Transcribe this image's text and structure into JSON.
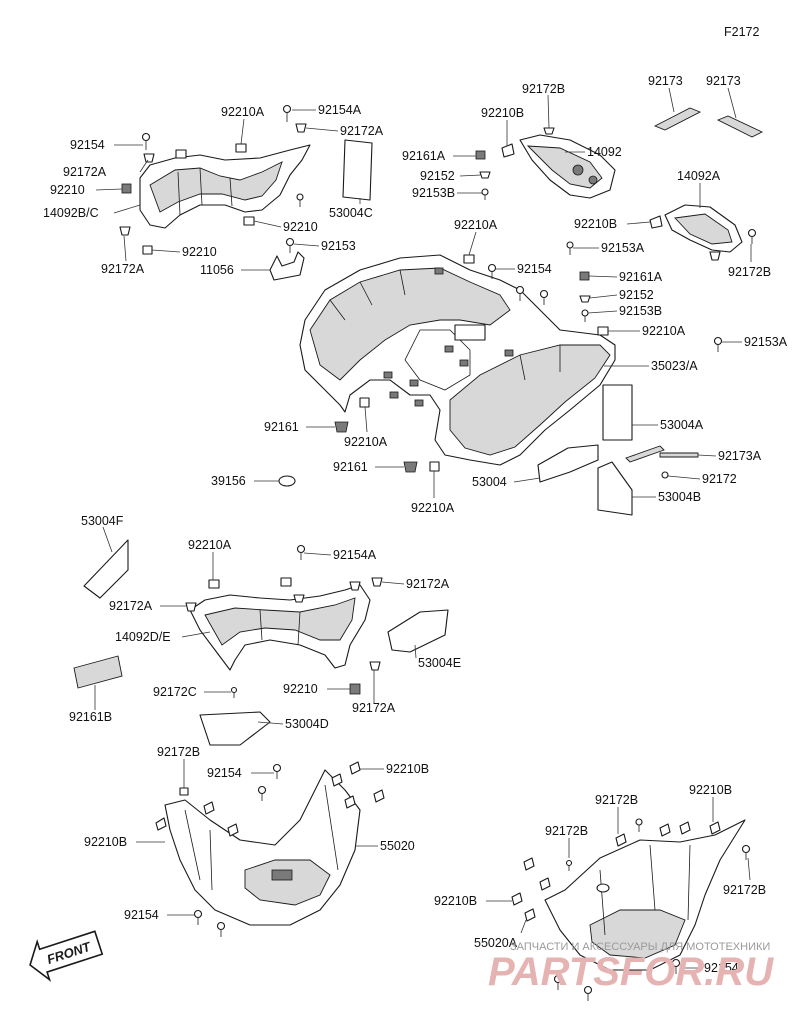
{
  "figure_code": "F2172",
  "front_label": "FRONT",
  "watermark": {
    "line1": "ЗАПЧАСТИ И АКСЕССУАРЫ ДЛЯ МОТОТЕХНИКИ",
    "line2": "PARTSFOR.RU"
  },
  "labels": [
    {
      "text": "92210A"
    },
    {
      "text": "92154A"
    },
    {
      "text": "92154"
    },
    {
      "text": "92172A"
    },
    {
      "text": "92172A"
    },
    {
      "text": "92210"
    },
    {
      "text": "14092B/C"
    },
    {
      "text": "92210"
    },
    {
      "text": "53004C"
    },
    {
      "text": "92210"
    },
    {
      "text": "92153"
    },
    {
      "text": "92172A"
    },
    {
      "text": "11056"
    },
    {
      "text": "92172B"
    },
    {
      "text": "92210B"
    },
    {
      "text": "92161A"
    },
    {
      "text": "14092"
    },
    {
      "text": "92152"
    },
    {
      "text": "92153B"
    },
    {
      "text": "92173"
    },
    {
      "text": "92173"
    },
    {
      "text": "14092A"
    },
    {
      "text": "92210B"
    },
    {
      "text": "92153A"
    },
    {
      "text": "92172B"
    },
    {
      "text": "92210A"
    },
    {
      "text": "92154"
    },
    {
      "text": "92161A"
    },
    {
      "text": "92152"
    },
    {
      "text": "92153B"
    },
    {
      "text": "92210A"
    },
    {
      "text": "92153A"
    },
    {
      "text": "35023/A"
    },
    {
      "text": "53004A"
    },
    {
      "text": "92173A"
    },
    {
      "text": "92172"
    },
    {
      "text": "53004B"
    },
    {
      "text": "53004"
    },
    {
      "text": "92161"
    },
    {
      "text": "92210A"
    },
    {
      "text": "92161"
    },
    {
      "text": "92210A"
    },
    {
      "text": "39156"
    },
    {
      "text": "53004F"
    },
    {
      "text": "92210A"
    },
    {
      "text": "92154A"
    },
    {
      "text": "92172A"
    },
    {
      "text": "92172A"
    },
    {
      "text": "14092D/E"
    },
    {
      "text": "53004E"
    },
    {
      "text": "92161B"
    },
    {
      "text": "92172C"
    },
    {
      "text": "92210"
    },
    {
      "text": "92172A"
    },
    {
      "text": "53004D"
    },
    {
      "text": "92172B"
    },
    {
      "text": "92154"
    },
    {
      "text": "92210B"
    },
    {
      "text": "92210B"
    },
    {
      "text": "55020"
    },
    {
      "text": "92154"
    },
    {
      "text": "92172B"
    },
    {
      "text": "92210B"
    },
    {
      "text": "92172B"
    },
    {
      "text": "92172B"
    },
    {
      "text": "92210B"
    },
    {
      "text": "55020A"
    },
    {
      "text": "92154"
    }
  ]
}
